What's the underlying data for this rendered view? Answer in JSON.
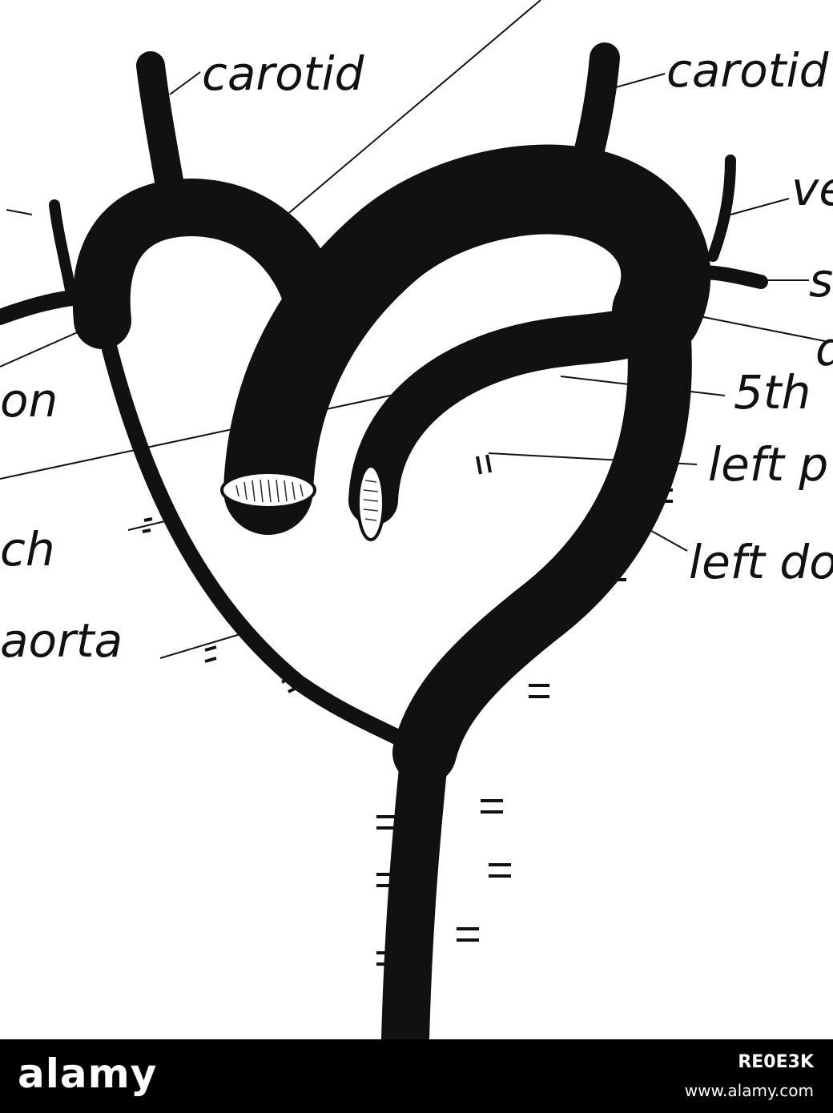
{
  "diagram": {
    "labels": {
      "carotid_left": "carotid",
      "carotid_right": "carotid",
      "vertebral_partial": "ve",
      "subclavian_partial": "s",
      "ductus_partial": "d",
      "fifth_arch": "5th",
      "left_pulmonary_partial": "left p",
      "left_dorsal_partial": "left do",
      "subclavian_left_partial": "on",
      "arch_partial": "ch",
      "aorta_partial": "aorta"
    },
    "colors": {
      "ink": "#111111",
      "background": "#ffffff"
    }
  },
  "footer": {
    "brand": "alamy",
    "image_id": "RE0E3K",
    "site": "www.alamy.com",
    "background": "#000000"
  }
}
